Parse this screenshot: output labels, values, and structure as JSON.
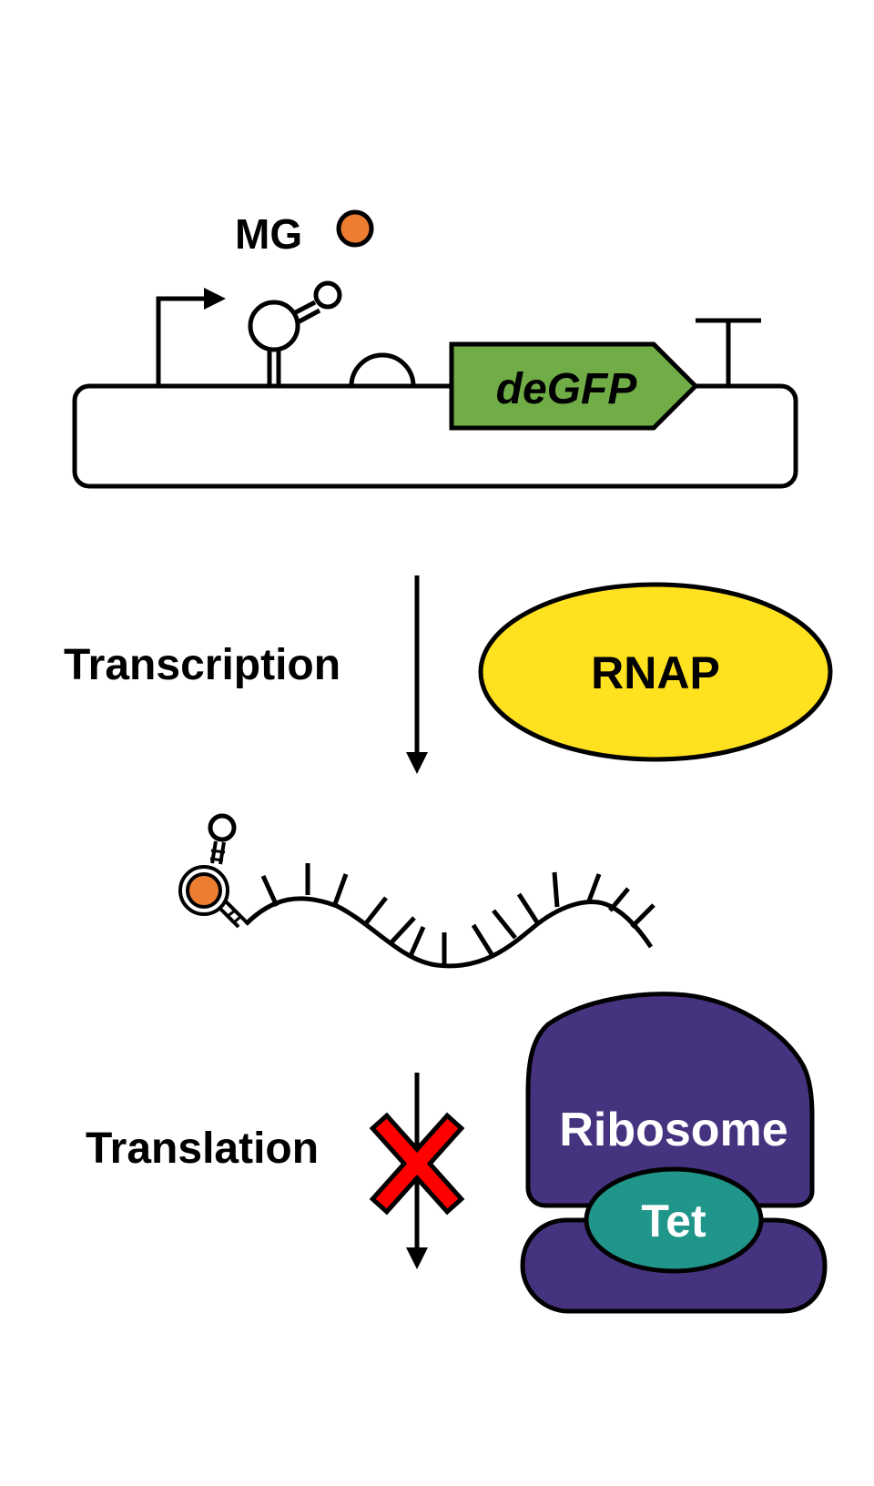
{
  "labels": {
    "ligand": "MG",
    "gene": "deGFP",
    "transcription": "Transcription",
    "rnap": "RNAP",
    "translation": "Translation",
    "ribosome": "Ribosome",
    "tet": "Tet"
  },
  "colors": {
    "ligand": "#ED7D31",
    "gene": "#70AD47",
    "rnap": "#FFE21F",
    "ribosome": "#46337F",
    "tet": "#20958A",
    "block": "#FF0000",
    "line": "#000000"
  },
  "icons": {
    "promoter": "promoter-arrow-icon",
    "aptamer": "aptamer-hairpin-icon",
    "rbs": "rbs-icon",
    "terminator": "terminator-icon",
    "blocked": "red-x-icon"
  }
}
